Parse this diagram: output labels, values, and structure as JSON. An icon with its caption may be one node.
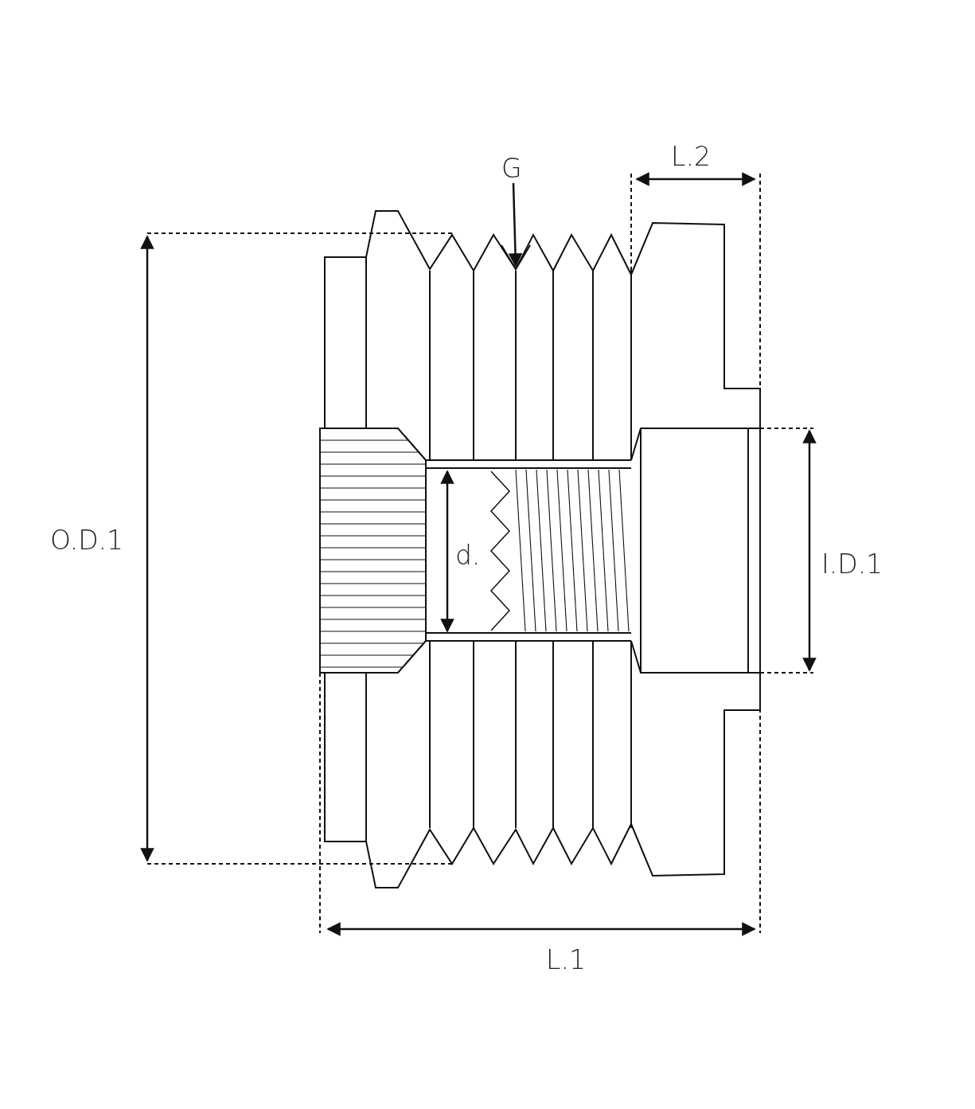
{
  "diagram": {
    "nodes": [
      {
        "text": [
          "G"
        ]
      },
      {
        "text": [],
        "shape": "picture"
      }
    ],
    "edges": [
      {
        "from": 0,
        "to": 1,
        "arrow": "to"
      }
    ],
    "labels": [
      "L.2",
      "O.D.1",
      "d.",
      "I.D.1",
      "L.1"
    ]
  }
}
